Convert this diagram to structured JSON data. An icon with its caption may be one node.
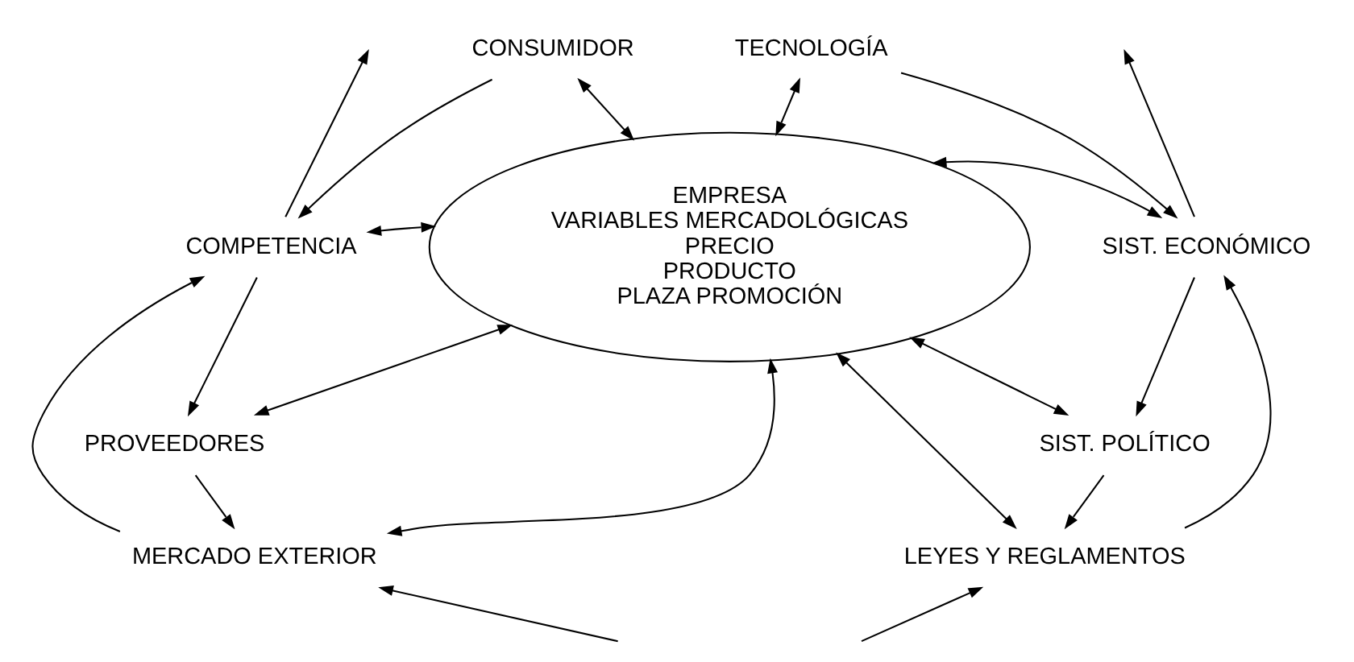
{
  "diagram": {
    "nodes": [
      {
        "text": [
          "EMPRESA",
          "VARIABLES MERCADOLÓGICAS",
          "PRECIO",
          "PRODUCTO",
          "PLAZA PROMOCIÓN"
        ]
      },
      {
        "text": [
          "CONSUMIDOR"
        ]
      },
      {
        "text": [
          "COMPETENCIA"
        ]
      },
      {
        "text": [
          "PROVEEDORES"
        ]
      },
      {
        "text": [
          "MERCADO EXTERIOR"
        ]
      },
      {
        "text": [
          "TECNOLOGÍA"
        ]
      },
      {
        "text": [
          "SIST. ECONÓMICO"
        ]
      },
      {
        "text": [
          "SIST. POLÍTICO"
        ]
      },
      {
        "text": [
          "LEYES Y REGLAMENTOS"
        ]
      }
    ],
    "edges": [
      {
        "from": 1,
        "to": 0,
        "arrow": "both"
      },
      {
        "from": 2,
        "to": 0,
        "arrow": "both"
      },
      {
        "from": 3,
        "to": 0,
        "arrow": "both"
      },
      {
        "from": 4,
        "to": 0,
        "arrow": "both"
      },
      {
        "from": 5,
        "to": 0,
        "arrow": "both"
      },
      {
        "from": 6,
        "to": 0,
        "arrow": "both"
      },
      {
        "from": 7,
        "to": 0,
        "arrow": "both"
      },
      {
        "from": 8,
        "to": 0,
        "arrow": "both"
      },
      {
        "from": 1,
        "to": 2,
        "arrow": "to"
      },
      {
        "from": 2,
        "to": 3,
        "arrow": "to"
      },
      {
        "from": 3,
        "to": 4,
        "arrow": "to"
      },
      {
        "from": 5,
        "to": 6,
        "arrow": "to"
      },
      {
        "from": 6,
        "to": 7,
        "arrow": "to"
      },
      {
        "from": 7,
        "to": 8,
        "arrow": "to"
      },
      {
        "from": 4,
        "to": 2,
        "arrow": "to"
      },
      {
        "from": 2,
        "to": null,
        "arrow": "to"
      },
      {
        "from": null,
        "to": 4,
        "arrow": "to"
      },
      {
        "from": null,
        "to": 8,
        "arrow": "to"
      },
      {
        "from": 8,
        "to": 6,
        "arrow": "to"
      },
      {
        "from": 6,
        "to": null,
        "arrow": "to"
      }
    ]
  }
}
